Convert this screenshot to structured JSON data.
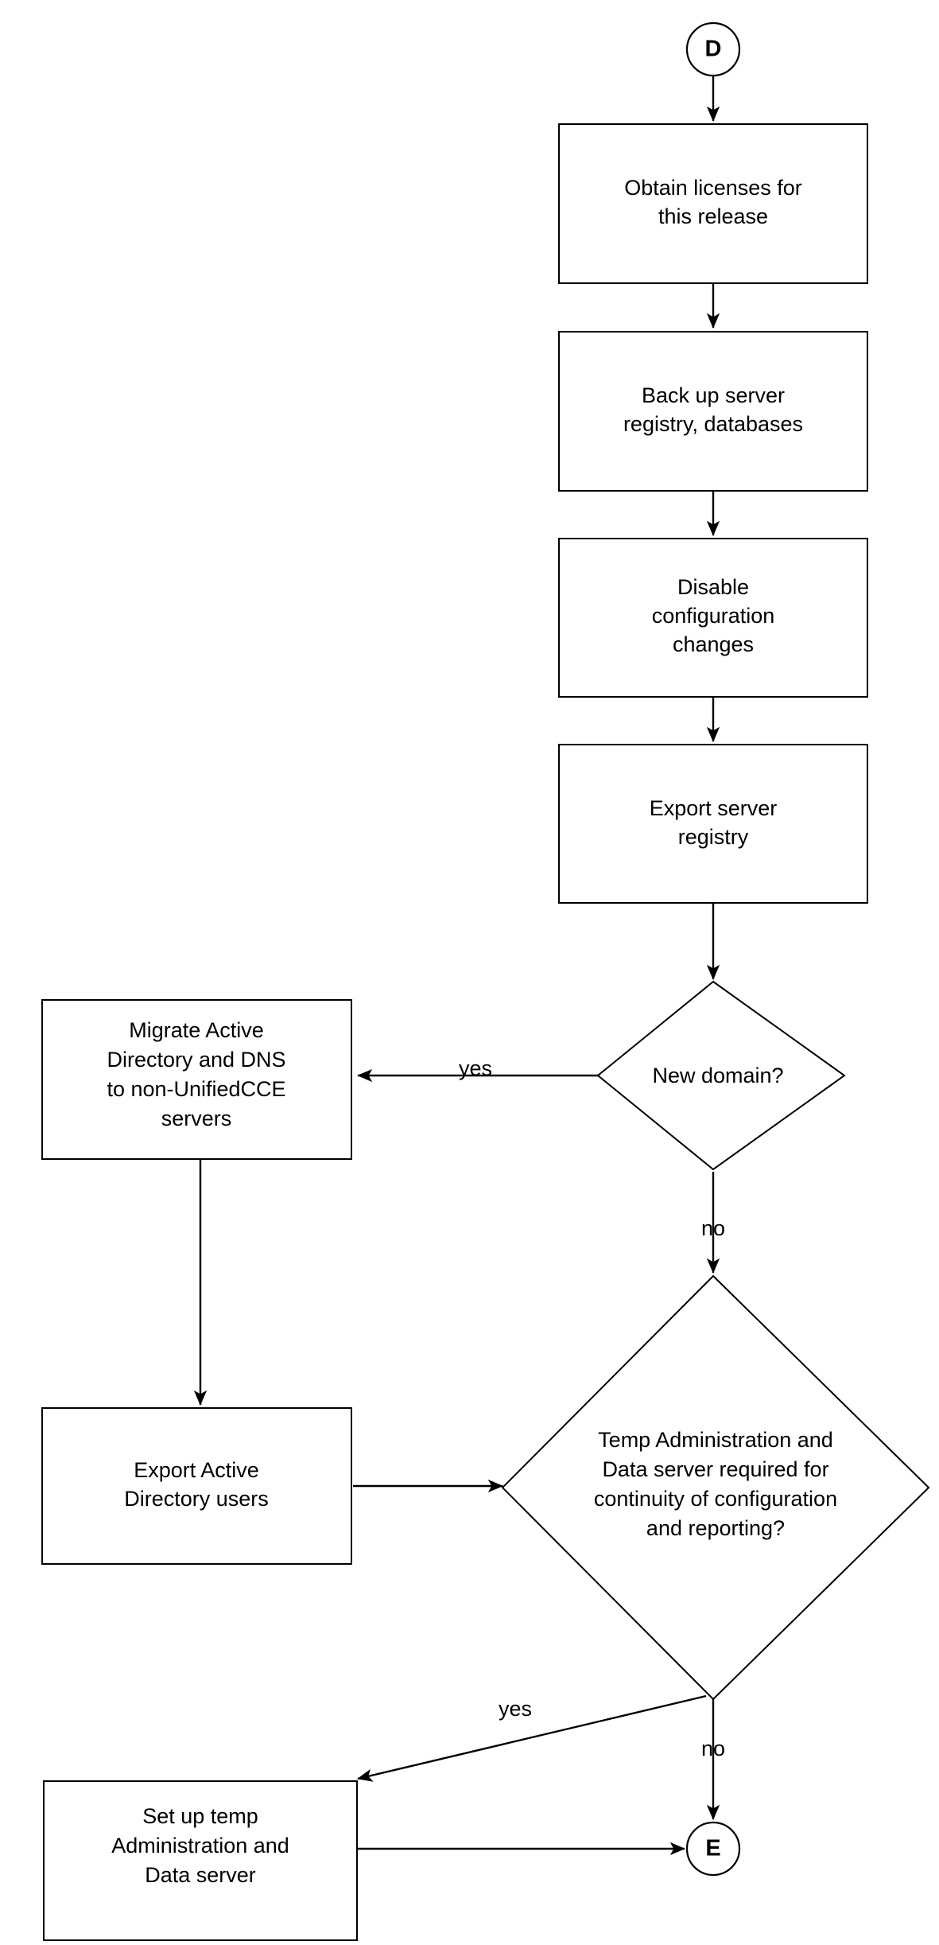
{
  "diagram": {
    "title": "Unified CCE upgrade preparation flowchart",
    "stroke_color": "#000000",
    "fill_color": "#ffffff",
    "background": "#ffffff"
  },
  "nodes": {
    "start_connector": {
      "label": "D",
      "shape": "circle"
    },
    "obtain_licenses": {
      "line1": "Obtain licenses for",
      "line2": "this release",
      "shape": "process"
    },
    "back_up_server": {
      "line1": "Back up server",
      "line2": "registry, databases",
      "shape": "process"
    },
    "disable_config": {
      "line1": "Disable",
      "line2": "configuration",
      "line3": "changes",
      "shape": "process"
    },
    "export_registry": {
      "line1": "Export server",
      "line2": "registry",
      "shape": "process"
    },
    "new_domain_decision": {
      "label": "New domain?",
      "shape": "decision"
    },
    "migrate_ad_dns": {
      "line1": "Migrate Active",
      "line2": "Directory and DNS",
      "line3": "to non-UnifiedCCE",
      "line4": "servers",
      "shape": "process"
    },
    "export_ad_users": {
      "line1": "Export Active",
      "line2": "Directory users",
      "shape": "process"
    },
    "temp_admin_decision": {
      "line1": "Temp Administration and",
      "line2": "Data server required for",
      "line3": "continuity of configuration",
      "line4": "and reporting?",
      "shape": "decision"
    },
    "setup_temp_server": {
      "line1": "Set up temp",
      "line2": "Administration and",
      "line3": "Data server",
      "shape": "process"
    },
    "end_connector": {
      "label": "E",
      "shape": "circle"
    }
  },
  "edge_labels": {
    "new_domain_yes": "yes",
    "new_domain_no": "no",
    "temp_admin_yes": "yes",
    "temp_admin_no": "no"
  }
}
